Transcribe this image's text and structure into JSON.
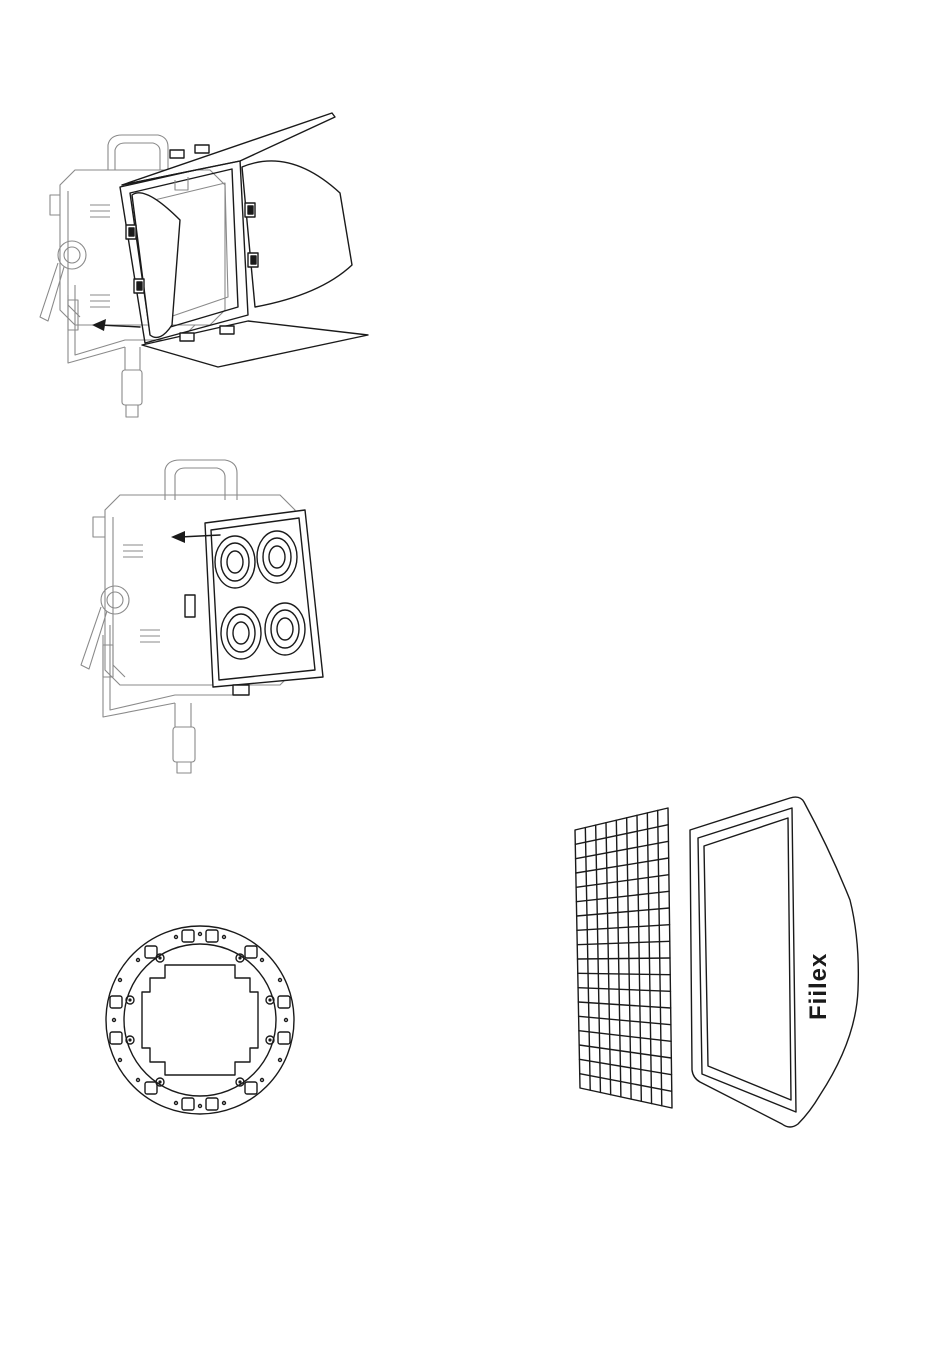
{
  "figures": {
    "barndoor": {
      "icon": "barndoor-install-illustration"
    },
    "fresnel": {
      "icon": "fresnel-lens-install-illustration"
    },
    "speed_ring": {
      "icon": "speed-ring-illustration"
    },
    "softbox": {
      "icon": "softbox-with-grid-illustration",
      "brand_text": "Fiilex"
    }
  },
  "colors": {
    "line": "#1a1a1a",
    "light_line": "#8a8a8a",
    "background": "#ffffff"
  }
}
